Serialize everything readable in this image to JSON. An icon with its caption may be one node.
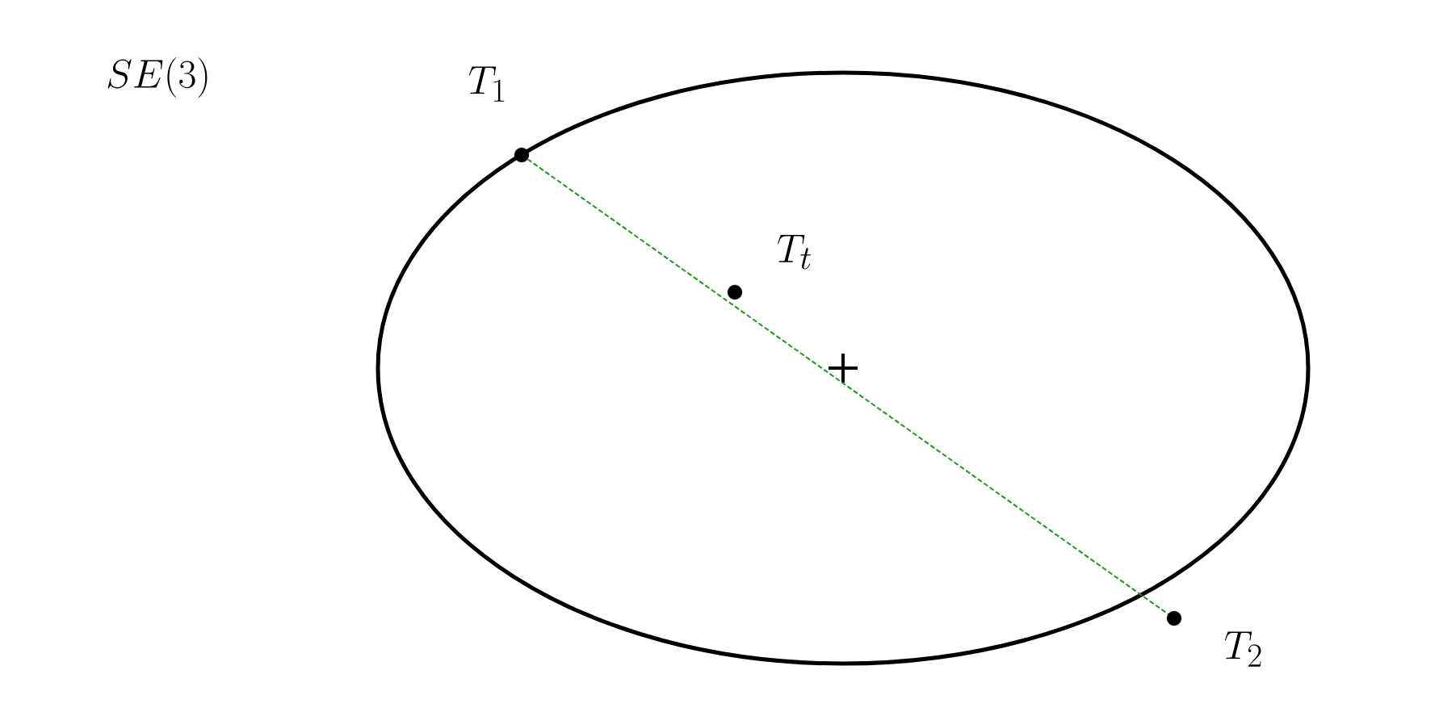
{
  "diagram": {
    "nodes": [
      {
        "text": [],
        "shape": "ellipse"
      },
      {
        "text": [],
        "shape": "circle",
        "beside": [
          "T_1"
        ]
      },
      {
        "text": [],
        "shape": "circle",
        "beside": [
          "T_t"
        ],
        "in": 0
      },
      {
        "text": [],
        "shape": "circle",
        "beside": [
          "T_2"
        ]
      }
    ],
    "edges": [
      {
        "from": 1,
        "to": 3,
        "arrow": "none",
        "style": "dashed",
        "color": "#1a9a1a"
      }
    ],
    "labels": [
      "SE(3)"
    ]
  }
}
